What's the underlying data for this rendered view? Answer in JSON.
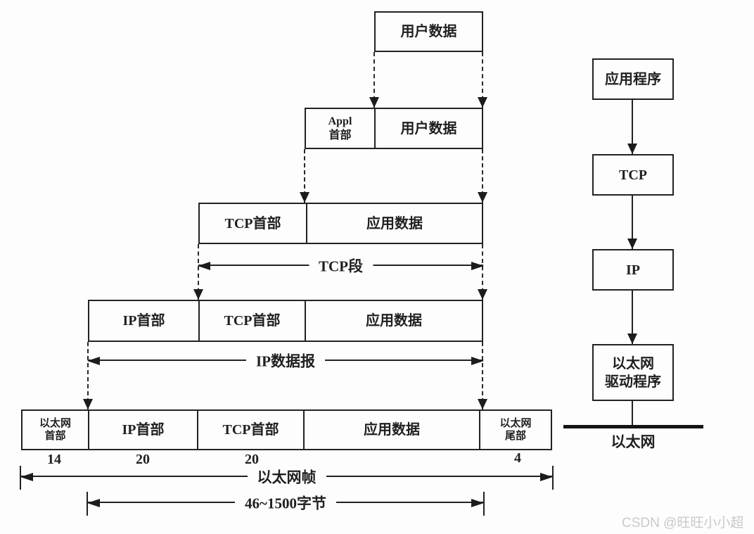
{
  "colors": {
    "line": "#222222",
    "background": "#fdfdfd",
    "watermark": "#c9c9c9"
  },
  "encap": {
    "rows": [
      {
        "name": "user-data",
        "cells": [
          {
            "label": "用户数据"
          }
        ]
      },
      {
        "name": "application-message",
        "cells": [
          {
            "label": "Appl\n首部"
          },
          {
            "label": "用户数据"
          }
        ]
      },
      {
        "name": "tcp-segment",
        "cells": [
          {
            "label": "TCP首部"
          },
          {
            "label": "应用数据"
          }
        ]
      },
      {
        "name": "ip-datagram",
        "cells": [
          {
            "label": "IP首部"
          },
          {
            "label": "TCP首部"
          },
          {
            "label": "应用数据"
          }
        ]
      },
      {
        "name": "ethernet-frame",
        "cells": [
          {
            "label": "以太网\n首部"
          },
          {
            "label": "IP首部"
          },
          {
            "label": "TCP首部"
          },
          {
            "label": "应用数据"
          },
          {
            "label": "以太网\n尾部"
          }
        ]
      }
    ],
    "byte_sizes": [
      {
        "label": "14"
      },
      {
        "label": "20"
      },
      {
        "label": "20"
      },
      {
        "label": "4"
      }
    ],
    "spans": {
      "tcp_segment": "TCP段",
      "ip_datagram": "IP数据报",
      "ethernet_frame": "以太网帧",
      "payload_range": "46~1500字节"
    }
  },
  "stack": {
    "boxes": [
      {
        "label": "应用程序"
      },
      {
        "label": "TCP"
      },
      {
        "label": "IP"
      },
      {
        "label": "以太网\n驱动程序"
      }
    ],
    "bus_label": "以太网"
  },
  "watermark": "CSDN @旺旺小小超"
}
